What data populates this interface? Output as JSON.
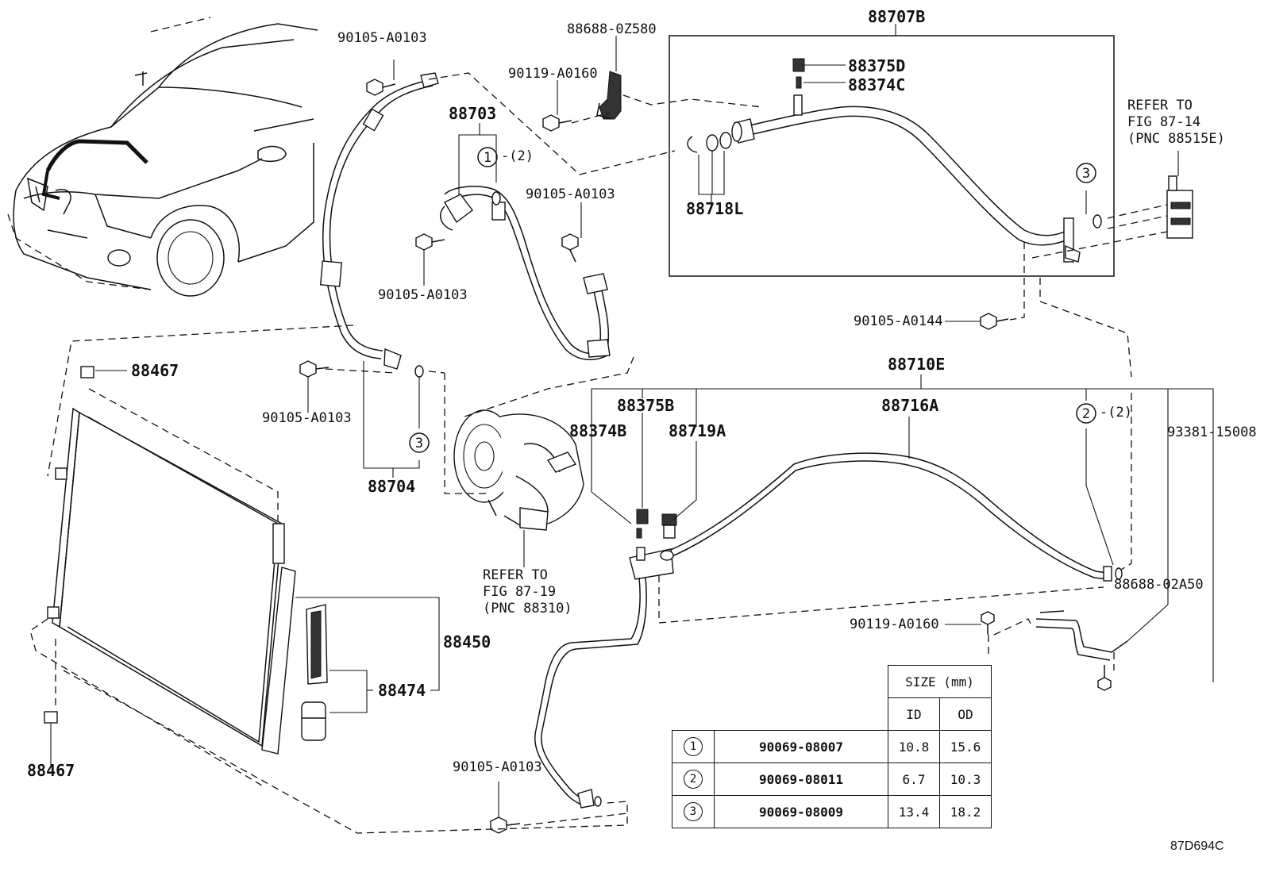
{
  "labels": {
    "p_90105_a0103_top": "90105-A0103",
    "p_88688_0z580": "88688-0Z580",
    "p_88707b": "88707B",
    "p_90119_a0160_top": "90119-A0160",
    "p_88375d": "88375D",
    "p_88374c": "88374C",
    "p_88703": "88703",
    "p_callout1": "-(2)",
    "p_90105_a0103_mid": "90105-A0103",
    "p_88718l": "88718L",
    "p_refer_87_14_a": "REFER TO",
    "p_refer_87_14_b": "FIG 87-14",
    "p_refer_87_14_c": "(PNC 88515E)",
    "p_90105_a0103_left": "90105-A0103",
    "p_90105_a0144": "90105-A0144",
    "p_88467_top": "88467",
    "p_90105_a0103_lower": "90105-A0103",
    "p_88710e": "88710E",
    "p_88375b": "88375B",
    "p_88716a": "88716A",
    "p_callout2": "-(2)",
    "p_88374b": "88374B",
    "p_88719a": "88719A",
    "p_93381_15008": "93381-15008",
    "p_88704": "88704",
    "p_refer_87_19_a": "REFER TO",
    "p_refer_87_19_b": "FIG 87-19",
    "p_refer_87_19_c": "(PNC 88310)",
    "p_88688_02a50": "88688-02A50",
    "p_90119_a0160_bot": "90119-A0160",
    "p_88450": "88450",
    "p_88474": "88474",
    "p_88467_bot": "88467",
    "p_90105_a0103_bottom": "90105-A0103"
  },
  "callouts": {
    "c1": "1",
    "c2": "2",
    "c3a": "3",
    "c3b": "3"
  },
  "size_table": {
    "header": "SIZE (mm)",
    "col_id": "ID",
    "col_od": "OD",
    "rows": [
      {
        "index": "1",
        "part": "90069-08007",
        "id": "10.8",
        "od": "15.6"
      },
      {
        "index": "2",
        "part": "90069-08011",
        "id": "6.7",
        "od": "10.3"
      },
      {
        "index": "3",
        "part": "90069-08009",
        "id": "13.4",
        "od": "18.2"
      }
    ]
  },
  "figure_id": "87D694C"
}
